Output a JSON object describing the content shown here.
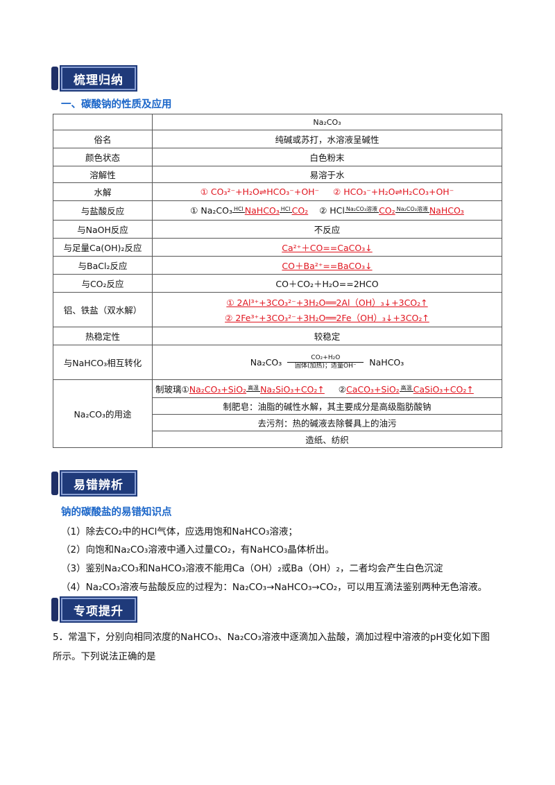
{
  "banners": {
    "b1": "梳理归纳",
    "b2": "易错辨析",
    "b3": "专项提升"
  },
  "section1_title": "一、碳酸钠的性质及应用",
  "table": {
    "header": "Na₂CO₃",
    "rows": [
      {
        "label": "俗名",
        "value": "纯碱或苏打，水溶液呈碱性"
      },
      {
        "label": "颜色状态",
        "value": "白色粉末"
      },
      {
        "label": "溶解性",
        "value": "易溶于水"
      },
      {
        "label": "水解",
        "value_a": "① CO₃²⁻+H₂O⇌HCO₃⁻+OH⁻",
        "value_b": "② HCO₃⁻+H₂O⇌H₂CO₃+OH⁻"
      },
      {
        "label": "与盐酸反应",
        "value_a": "①  Na₂CO₃",
        "a_arrow": "HCl",
        "a_prod": "NaHCO₃",
        "a_arrow2": "HCl",
        "a_prod2": "CO₂",
        "value_b": "② HCl",
        "b_arrow": "Na₂CO₃溶液",
        "b_prod": "CO₂",
        "b_arrow2": "Na₂CO₃溶液",
        "b_prod2": "NaHCO₃"
      },
      {
        "label": "与NaOH反应",
        "value": "不反应"
      },
      {
        "label": "与足量Ca(OH)₂反应",
        "value": "Ca²⁺＋CO==CaCO₃↓"
      },
      {
        "label": "与BaCl₂反应",
        "value": "CO＋Ba²⁺==BaCO₃↓"
      },
      {
        "label": "与CO₂反应",
        "value": "CO＋CO₂＋H₂O==2HCO"
      },
      {
        "label": "铝、铁盐（双水解）",
        "value_a": "① 2Al³⁺+3CO₃²⁻+3H₂O══2Al（OH）₃↓+3CO₂↑",
        "value_b": "② 2Fe³⁺+3CO₃²⁻+3H₂O══2Fe（OH）₃↓+3CO₂↑"
      },
      {
        "label": "热稳定性",
        "value": "较稳定"
      },
      {
        "label": "与NaHCO₃相互转化",
        "left": "Na₂CO₃",
        "top": "CO₂+H₂O",
        "bottom": "固体(加热)；适量OH⁻",
        "right": "NaHCO₃"
      }
    ],
    "uses_label": "Na₂CO₃的用途",
    "uses": [
      {
        "prefix": "制玻璃①",
        "a": "Na₂CO₃+SiO₂",
        "cond": "高温",
        "b": "Na₂SiO₃+CO₂↑",
        "mid": "②",
        "c": "CaCO₃+SiO₂",
        "cond2": "高温",
        "d": "CaSiO₃+CO₂↑"
      },
      {
        "text": "制肥皂：油脂的碱性水解，其主要成分是高级脂肪酸钠"
      },
      {
        "text": "去污剂：热的碱液去除餐具上的油污"
      },
      {
        "text": "造纸、纺织"
      }
    ]
  },
  "section2_title": "钠的碳酸盐的易错知识点",
  "points": [
    "（1）除去CO₂中的HCl气体，应选用饱和NaHCO₃溶液；",
    "（2）向饱和Na₂CO₃溶液中通入过量CO₂，有NaHCO₃晶体析出。",
    "（3）鉴别Na₂CO₃和NaHCO₃溶液不能用Ca（OH）₂或Ba（OH）₂，二者均会产生白色沉淀",
    "（4）Na₂CO₃溶液与盐酸反应的过程为：Na₂CO₃→NaHCO₃→CO₂，可以用互滴法鉴别两种无色溶液。"
  ],
  "question": {
    "line1": "5．常温下，分别向相同浓度的NaHCO₃、Na₂CO₃溶液中逐滴加入盐酸，滴加过程中溶液的pH变化如下图",
    "line2": "所示。下列说法正确的是"
  }
}
